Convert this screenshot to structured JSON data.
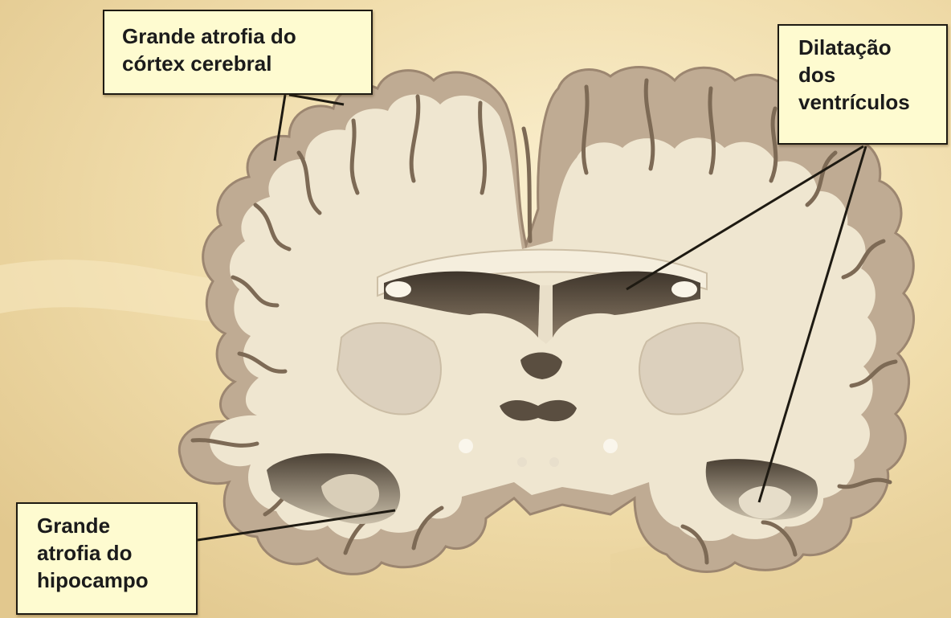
{
  "labels": {
    "cortex": "Grande atrofia do\ncórtex cerebral",
    "ventricles": "Dilatação\ndos\nventrículos",
    "hippocampus": "Grande\natrofia do\nhipocampo"
  },
  "colors": {
    "background": "#f3e4bb",
    "white_matter": "#efe6d0",
    "gray_matter": "#bfab93",
    "ventricle_cavity": "#5d5143",
    "basal_ganglia": "#dcd0bd",
    "label_fill": "#fefbd0",
    "leader_line": "#1e1a12"
  }
}
